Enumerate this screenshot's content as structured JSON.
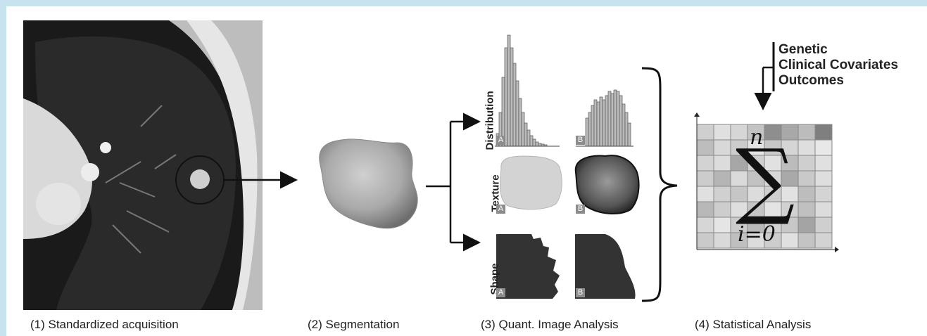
{
  "steps": [
    {
      "caption": "(1) Standardized acquisition"
    },
    {
      "caption": "(2) Segmentation"
    },
    {
      "caption": "(3) Quant. Image Analysis"
    },
    {
      "caption": "(4) Statistical Analysis"
    }
  ],
  "analysis": {
    "rows": [
      {
        "label": "Distribution",
        "tag_a": "A",
        "tag_b": "B"
      },
      {
        "label": "Texture",
        "tag_a": "A",
        "tag_b": "B"
      },
      {
        "label": "Shape",
        "tag_a": "A",
        "tag_b": "B"
      }
    ]
  },
  "inputs": [
    "Genetic",
    "Clinical Covariates",
    "Outcomes"
  ],
  "sum": {
    "upper": "n",
    "symbol": "∑",
    "lower": "i=0"
  },
  "colors": {
    "frame": "#c7e3ef",
    "dark": "#222222",
    "tissue": "#9a9a9a"
  },
  "icons": [
    "ct-scan-image",
    "nodule-circle",
    "segmented-nodule",
    "histogram",
    "texture-blob",
    "shape-patch",
    "feature-matrix",
    "arrow"
  ]
}
